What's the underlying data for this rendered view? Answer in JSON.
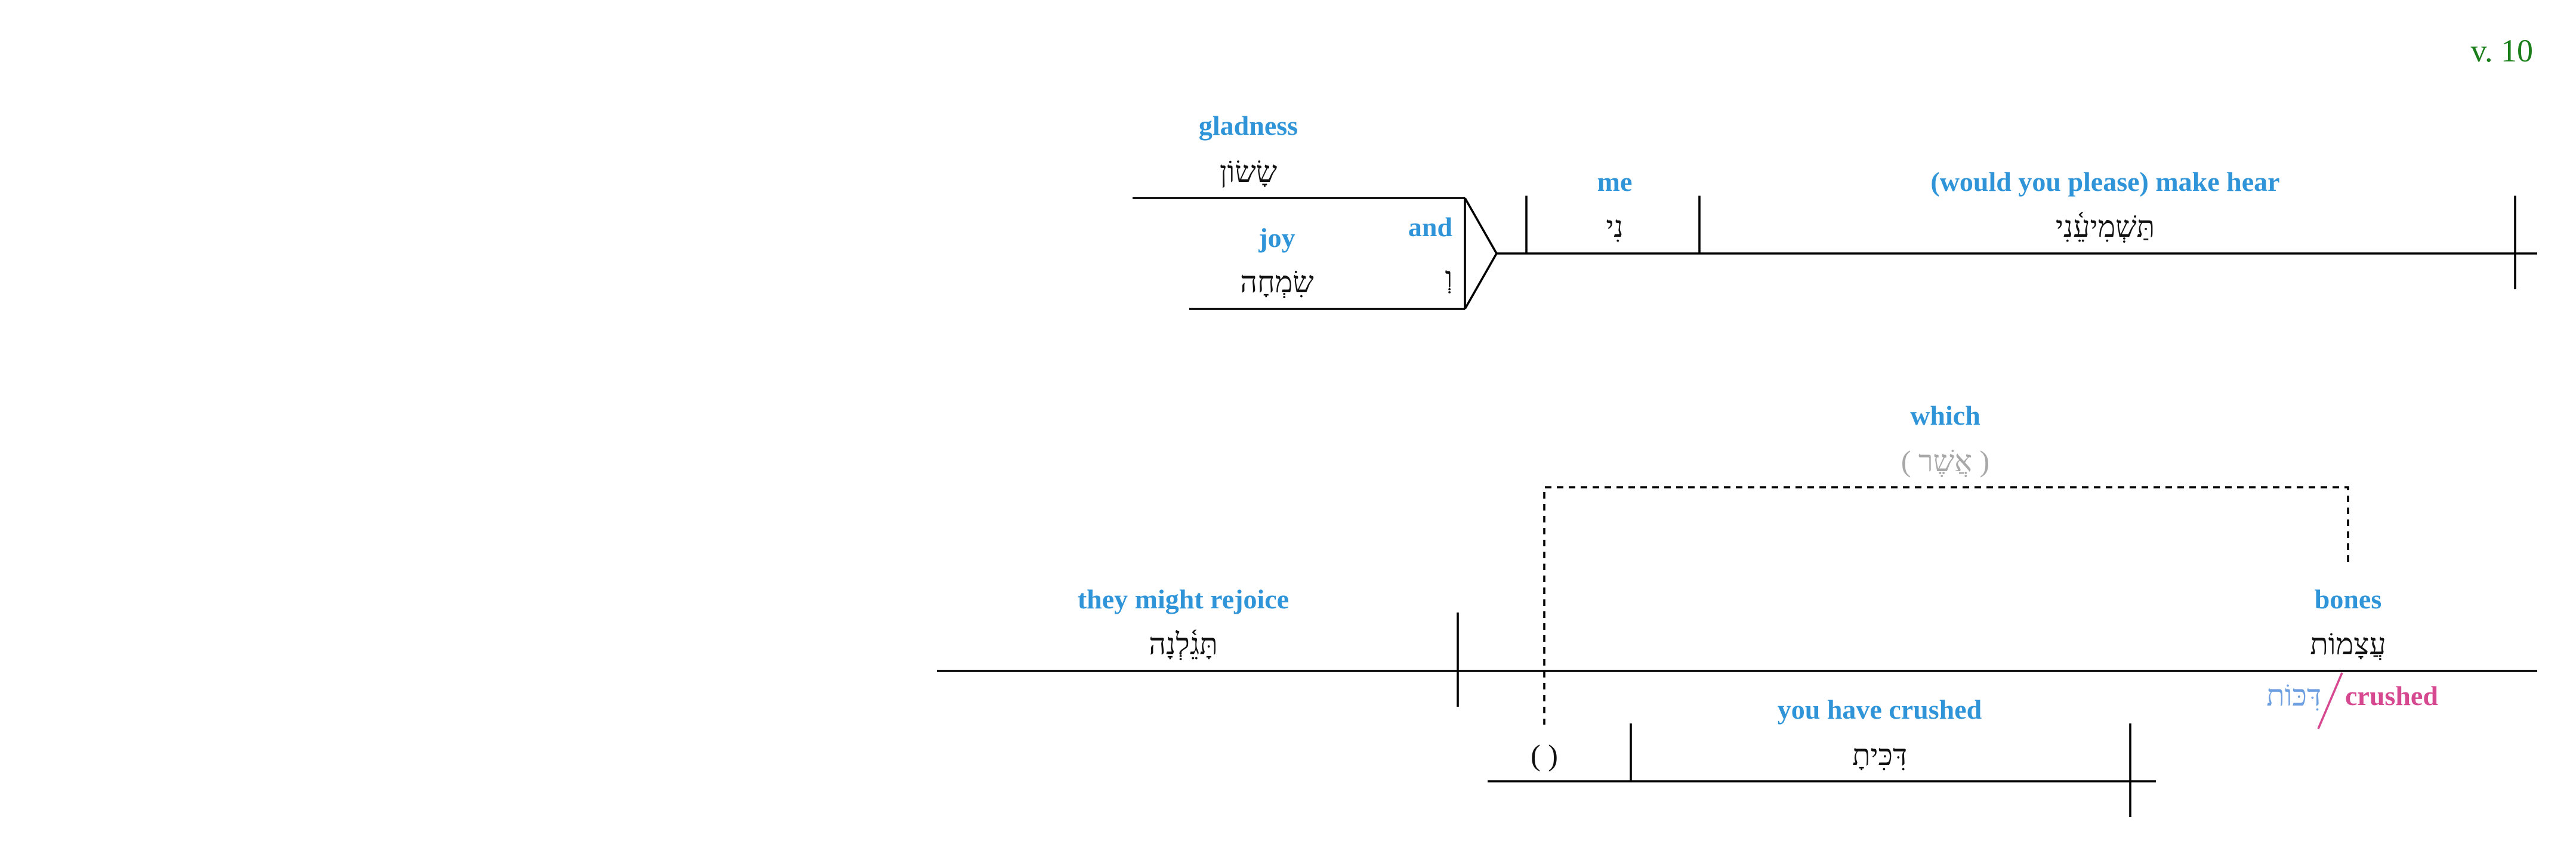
{
  "verse_label": "v. 10",
  "colors": {
    "gloss": "#2f95d8",
    "hebrew": "#111111",
    "implied": "#a8a8a8",
    "verse": "#1a7f1a",
    "construct_gloss": "#d6488f",
    "construct_hebrew": "#6d9fe0",
    "construct_slash": "#d6488f"
  },
  "clauses": {
    "main": {
      "verb": {
        "gloss": "(would you please) make hear",
        "hebrew": "תַּשְׁמִיעֵ֫נִי"
      },
      "object_suffix": {
        "gloss": "me",
        "hebrew": "נִי"
      },
      "conjunction": {
        "gloss": "and",
        "hebrew": "וְ"
      },
      "compound_object": [
        {
          "gloss": "gladness",
          "hebrew": "שָׂשׂוֹן"
        },
        {
          "gloss": "joy",
          "hebrew": "שִׂמְחָה"
        }
      ]
    },
    "second": {
      "verb": {
        "gloss": "they might rejoice",
        "hebrew": "תָּגֵ֫לְנָה"
      },
      "subject": {
        "gloss": "bones",
        "hebrew": "עֲצָמוֹת"
      },
      "subject_modifier": {
        "gloss": "crushed",
        "hebrew": "דִּכּוֹת"
      },
      "relative": {
        "gloss": "which",
        "hebrew": "( אֲשֶׁר )"
      },
      "relative_verb": {
        "gloss": "you have crushed",
        "hebrew": "דִּכִּיתָ"
      },
      "relative_placeholder": "( )"
    }
  }
}
